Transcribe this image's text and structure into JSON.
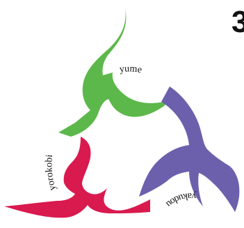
{
  "colors": {
    "green": "#5cb84a",
    "purple": "#6c60ad",
    "crimson": "#d91a4f",
    "text": "#111111",
    "corner_mark": "#111111"
  },
  "labels": {
    "yume": "yume",
    "yorokobi": "yorokobi",
    "yakudou": "yakudou"
  },
  "corner_mark": "3"
}
